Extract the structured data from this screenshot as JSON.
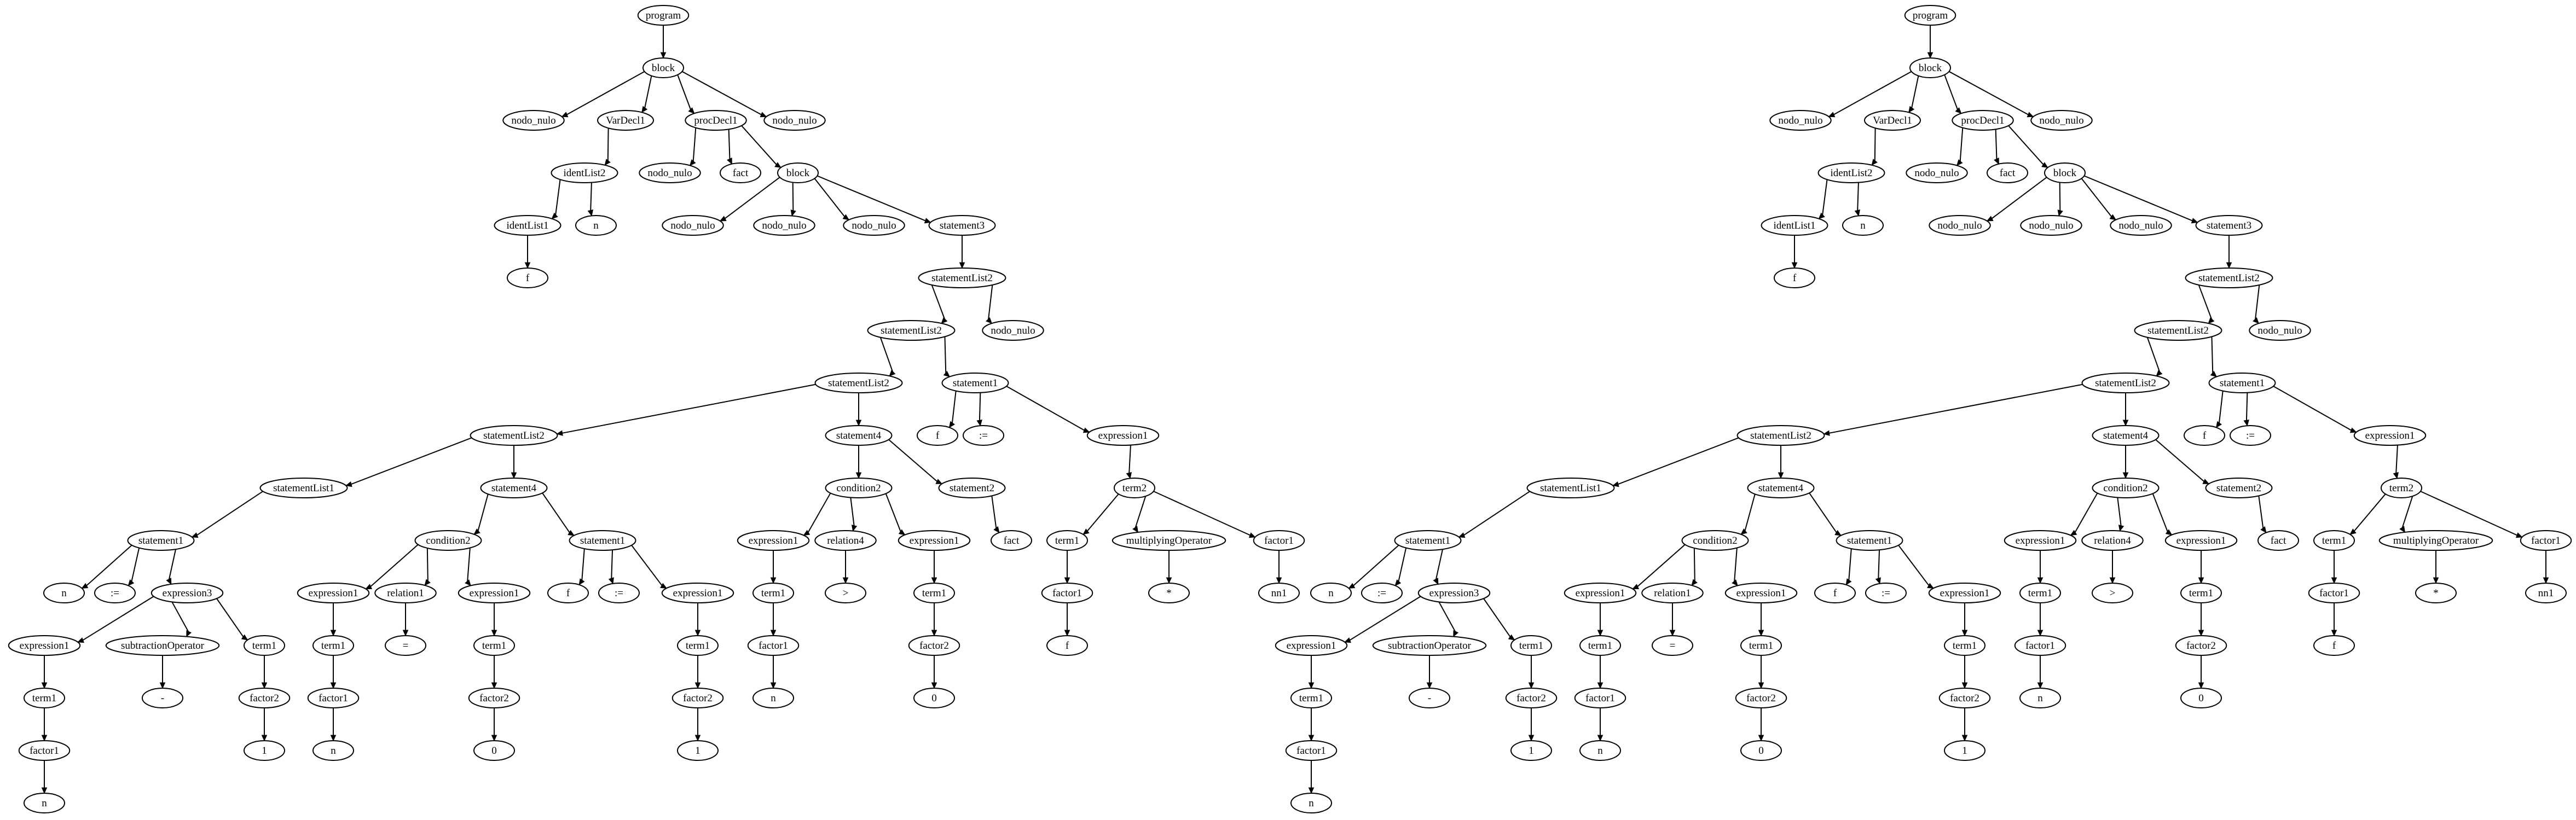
{
  "trees": [
    {
      "id": "left-tree",
      "nodes": [
        {
          "id": "p",
          "label": "program"
        },
        {
          "id": "b",
          "label": "block"
        },
        {
          "id": "n1",
          "label": "nodo_nulo"
        },
        {
          "id": "vd",
          "label": "VarDecl1"
        },
        {
          "id": "pd",
          "label": "procDecl1"
        },
        {
          "id": "n2",
          "label": "nodo_nulo"
        },
        {
          "id": "il2",
          "label": "identList2"
        },
        {
          "id": "il1",
          "label": "identList1"
        },
        {
          "id": "nA",
          "label": "n"
        },
        {
          "id": "fA",
          "label": "f"
        },
        {
          "id": "n3",
          "label": "nodo_nulo"
        },
        {
          "id": "fact1",
          "label": "fact"
        },
        {
          "id": "b2",
          "label": "block"
        },
        {
          "id": "n4",
          "label": "nodo_nulo"
        },
        {
          "id": "n5",
          "label": "nodo_nulo"
        },
        {
          "id": "n6",
          "label": "nodo_nulo"
        },
        {
          "id": "st3",
          "label": "statement3"
        },
        {
          "id": "sl2a",
          "label": "statementList2"
        },
        {
          "id": "sl2b",
          "label": "statementList2"
        },
        {
          "id": "n7",
          "label": "nodo_nulo"
        },
        {
          "id": "sl2c",
          "label": "statementList2"
        },
        {
          "id": "s1a",
          "label": "statement1"
        },
        {
          "id": "sl2d",
          "label": "statementList2"
        },
        {
          "id": "s4a",
          "label": "statement4"
        },
        {
          "id": "fB",
          "label": "f"
        },
        {
          "id": "asgB",
          "label": ":="
        },
        {
          "id": "ex1a",
          "label": "expression1"
        },
        {
          "id": "sl1",
          "label": "statementList1"
        },
        {
          "id": "s4b",
          "label": "statement4"
        },
        {
          "id": "c2a",
          "label": "condition2"
        },
        {
          "id": "s2a",
          "label": "statement2"
        },
        {
          "id": "t2a",
          "label": "term2"
        },
        {
          "id": "s1b",
          "label": "statement1"
        },
        {
          "id": "c2b",
          "label": "condition2"
        },
        {
          "id": "s1c",
          "label": "statement1"
        },
        {
          "id": "ex1b",
          "label": "expression1"
        },
        {
          "id": "rel4",
          "label": "relation4"
        },
        {
          "id": "ex1c",
          "label": "expression1"
        },
        {
          "id": "fact2",
          "label": "fact"
        },
        {
          "id": "t1a",
          "label": "term1"
        },
        {
          "id": "mo",
          "label": "multiplyingOperator"
        },
        {
          "id": "fc1a",
          "label": "factor1"
        },
        {
          "id": "nC",
          "label": "n"
        },
        {
          "id": "asgC",
          "label": ":="
        },
        {
          "id": "ex3",
          "label": "expression3"
        },
        {
          "id": "ex1d",
          "label": "expression1"
        },
        {
          "id": "rel1",
          "label": "relation1"
        },
        {
          "id": "ex1e",
          "label": "expression1"
        },
        {
          "id": "fD",
          "label": "f"
        },
        {
          "id": "asgD",
          "label": ":="
        },
        {
          "id": "ex1f",
          "label": "expression1"
        },
        {
          "id": "t1b",
          "label": "term1"
        },
        {
          "id": ">",
          "label": ">"
        },
        {
          "id": "t1c",
          "label": "term1"
        },
        {
          "id": "fc1b",
          "label": "factor1"
        },
        {
          "id": "star",
          "label": "*"
        },
        {
          "id": "nn1",
          "label": "nn1"
        },
        {
          "id": "ex1g",
          "label": "expression1"
        },
        {
          "id": "so",
          "label": "subtractionOperator"
        },
        {
          "id": "t1d",
          "label": "term1"
        },
        {
          "id": "t1e",
          "label": "term1"
        },
        {
          "id": "eq",
          "label": "="
        },
        {
          "id": "t1f",
          "label": "term1"
        },
        {
          "id": "t1g",
          "label": "term1"
        },
        {
          "id": "fc1c",
          "label": "factor1"
        },
        {
          "id": "fc2a",
          "label": "factor2"
        },
        {
          "id": "fE",
          "label": "f"
        },
        {
          "id": "t1h",
          "label": "term1"
        },
        {
          "id": "minus",
          "label": "-"
        },
        {
          "id": "fc2b",
          "label": "factor2"
        },
        {
          "id": "fc1d",
          "label": "factor1"
        },
        {
          "id": "fc2c",
          "label": "factor2"
        },
        {
          "id": "fc2d",
          "label": "factor2"
        },
        {
          "id": "nF",
          "label": "n"
        },
        {
          "id": "zeroA",
          "label": "0"
        },
        {
          "id": "fc1e",
          "label": "factor1"
        },
        {
          "id": "oneA",
          "label": "1"
        },
        {
          "id": "nG",
          "label": "n"
        },
        {
          "id": "zeroB",
          "label": "0"
        },
        {
          "id": "oneB",
          "label": "1"
        },
        {
          "id": "nH",
          "label": "n"
        }
      ]
    },
    {
      "id": "right-tree",
      "nodes": [
        {
          "id": "p",
          "label": "program"
        },
        {
          "id": "b",
          "label": "block"
        },
        {
          "id": "n1",
          "label": "nodo_nulo"
        },
        {
          "id": "vd",
          "label": "VarDecl1"
        },
        {
          "id": "pd",
          "label": "procDecl1"
        },
        {
          "id": "n2",
          "label": "nodo_nulo"
        },
        {
          "id": "il2",
          "label": "identList2"
        },
        {
          "id": "n3",
          "label": "nodo_nulo"
        },
        {
          "id": "fact1",
          "label": "fact"
        },
        {
          "id": "b2",
          "label": "block"
        },
        {
          "id": "il1",
          "label": "identList1"
        },
        {
          "id": "nA",
          "label": "n"
        },
        {
          "id": "n4",
          "label": "nodo_nulo"
        },
        {
          "id": "n5",
          "label": "nodo_nulo"
        },
        {
          "id": "n6",
          "label": "nodo_nulo"
        },
        {
          "id": "st3",
          "label": "statement3"
        },
        {
          "id": "fA",
          "label": "f"
        },
        {
          "id": "sl2a",
          "label": "statementList2"
        },
        {
          "id": "sl2b",
          "label": "statementList2"
        },
        {
          "id": "n7",
          "label": "nodo_nulo"
        },
        {
          "id": "sl2c",
          "label": "statementList2"
        },
        {
          "id": "s1a",
          "label": "statement1"
        },
        {
          "id": "sl2d",
          "label": "statementList2"
        },
        {
          "id": "s4a",
          "label": "statement4"
        },
        {
          "id": "fB",
          "label": "f"
        },
        {
          "id": "asgB",
          "label": ":="
        },
        {
          "id": "ex1a",
          "label": "expression1"
        },
        {
          "id": "sl1",
          "label": "statementList1"
        },
        {
          "id": "s4b",
          "label": "statement4"
        },
        {
          "id": "c2a",
          "label": "condition2"
        },
        {
          "id": "s2a",
          "label": "statement2"
        },
        {
          "id": "t2a",
          "label": "term2"
        },
        {
          "id": "s1b",
          "label": "statement1"
        },
        {
          "id": "c2b",
          "label": "condition2"
        },
        {
          "id": "s1c",
          "label": "statement1"
        },
        {
          "id": "ex1b",
          "label": "expression1"
        },
        {
          "id": "rel4",
          "label": "relation4"
        },
        {
          "id": "ex1c",
          "label": "expression1"
        },
        {
          "id": "fact2",
          "label": "fact"
        },
        {
          "id": "t1a",
          "label": "term1"
        },
        {
          "id": "mo",
          "label": "multiplyingOperator"
        },
        {
          "id": "fc1a",
          "label": "factor1"
        },
        {
          "id": "nC",
          "label": "n"
        },
        {
          "id": "asgC",
          "label": ":="
        },
        {
          "id": "ex3",
          "label": "expression3"
        },
        {
          "id": "ex1d",
          "label": "expression1"
        },
        {
          "id": "rel1",
          "label": "relation1"
        },
        {
          "id": "ex1e",
          "label": "expression1"
        },
        {
          "id": "fD",
          "label": "f"
        },
        {
          "id": "asgD",
          "label": ":="
        },
        {
          "id": "ex1f",
          "label": "expression1"
        },
        {
          "id": "t1b",
          "label": "term1"
        },
        {
          "id": ">",
          "label": ">"
        },
        {
          "id": "t1c",
          "label": "term1"
        },
        {
          "id": "fc1b",
          "label": "factor1"
        },
        {
          "id": "star",
          "label": "*"
        },
        {
          "id": "nn1",
          "label": "nn1"
        },
        {
          "id": "ex1g",
          "label": "expression1"
        },
        {
          "id": "so",
          "label": "subtractionOperator"
        },
        {
          "id": "t1d",
          "label": "term1"
        },
        {
          "id": "t1e",
          "label": "term1"
        },
        {
          "id": "eq",
          "label": "="
        },
        {
          "id": "t1f",
          "label": "term1"
        },
        {
          "id": "t1g",
          "label": "term1"
        },
        {
          "id": "fc1c",
          "label": "factor1"
        },
        {
          "id": "fc2a",
          "label": "factor2"
        },
        {
          "id": "fE",
          "label": "f"
        },
        {
          "id": "t1h",
          "label": "term1"
        },
        {
          "id": "minus",
          "label": "-"
        },
        {
          "id": "fc2b",
          "label": "factor2"
        },
        {
          "id": "fc1d",
          "label": "factor1"
        },
        {
          "id": "fc2c",
          "label": "factor2"
        },
        {
          "id": "fc2d",
          "label": "factor2"
        },
        {
          "id": "nF",
          "label": "n"
        },
        {
          "id": "zeroA",
          "label": "0"
        },
        {
          "id": "fc1e",
          "label": "factor1"
        },
        {
          "id": "oneA",
          "label": "1"
        },
        {
          "id": "nG",
          "label": "n"
        },
        {
          "id": "zeroB",
          "label": "0"
        },
        {
          "id": "oneB",
          "label": "1"
        },
        {
          "id": "nH",
          "label": "n"
        }
      ]
    }
  ]
}
